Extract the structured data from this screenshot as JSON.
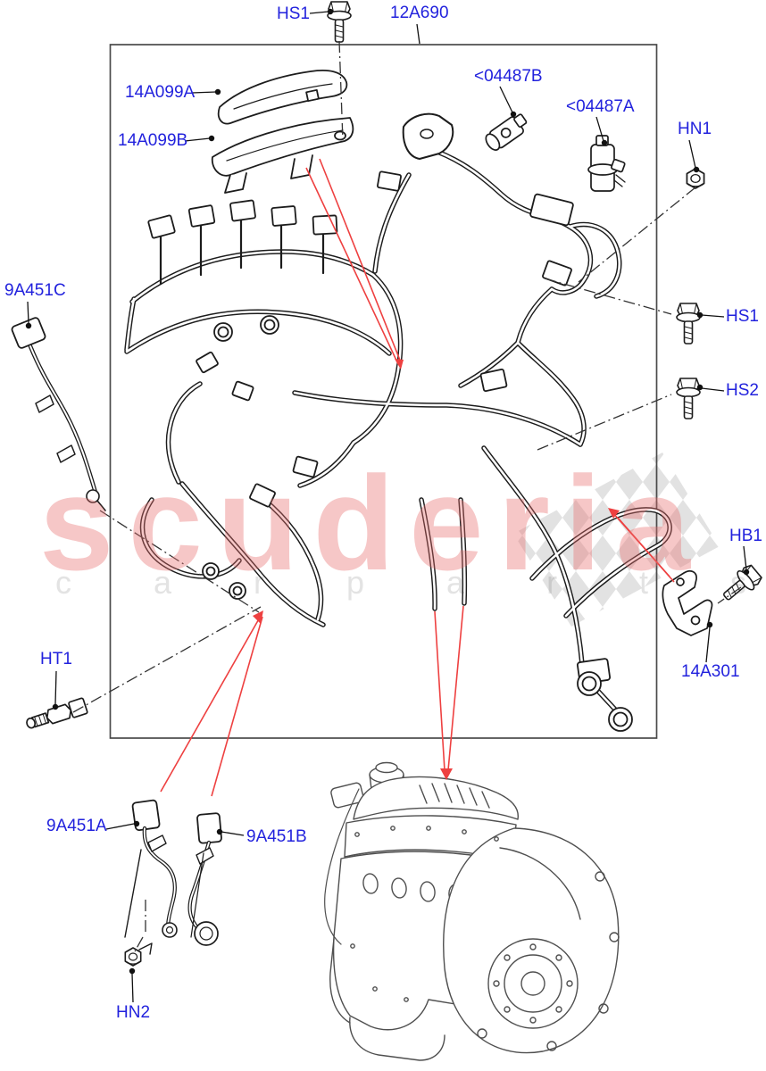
{
  "diagram": {
    "labels": {
      "hs1_top": "HS1",
      "assembly": "12A690",
      "cover_a": "14A099A",
      "cover_b": "14A099B",
      "sol_b": "<04487B",
      "sol_a": "<04487A",
      "hn1": "HN1",
      "cable_c": "9A451C",
      "hs1_right": "HS1",
      "hs2": "HS2",
      "hb1": "HB1",
      "ht1": "HT1",
      "bracket": "14A301",
      "cable_a": "9A451A",
      "cable_b": "9A451B",
      "hn2": "HN2"
    },
    "watermark": {
      "brand": "scuderia",
      "subtext": "c a r p a r t s"
    },
    "colors": {
      "label_blue": "#2222DD",
      "line_ink": "#1C1C1C",
      "engine_gray": "#4F4F4F",
      "callout_red": "#EE4040",
      "watermark_pink": "#E76C6C",
      "checker_gray": "#D6D6D6",
      "border_gray": "#4A4A4A"
    }
  }
}
